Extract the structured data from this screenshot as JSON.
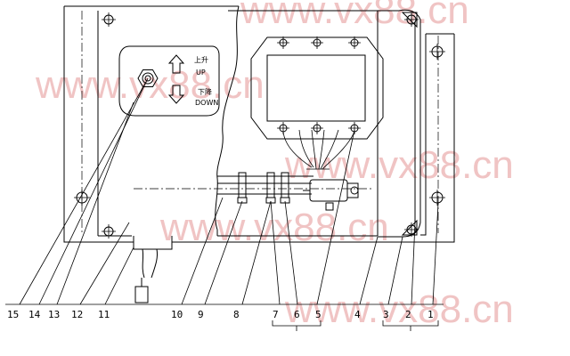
{
  "watermark": "www.vx88.cn",
  "switch_panel": {
    "up_cn": "上升",
    "up_en": "UP",
    "down_cn": "下降",
    "down_en": "DOWN"
  },
  "part_numbers": [
    "15",
    "14",
    "13",
    "12",
    "11",
    "10",
    "9",
    "8",
    "7",
    "6",
    "5",
    "4",
    "3",
    "2",
    "1"
  ]
}
